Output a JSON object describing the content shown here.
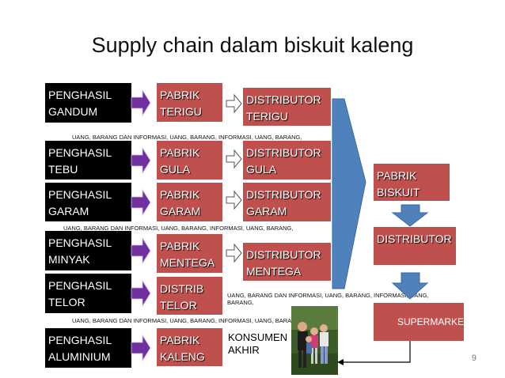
{
  "title": "Supply chain dalam biskuit kaleng",
  "rows": [
    {
      "producer": "PENGHASIL\nGANDUM",
      "factory": "PABRIK\nTERIGU",
      "distributor": "DISTRIBUTOR\nTERIGU"
    },
    {
      "producer": "PENGHASIL\nTEBU",
      "factory": "PABRIK\nGULA",
      "distributor": "DISTRIBUTOR\nGULA"
    },
    {
      "producer": "PENGHASIL\nGARAM",
      "factory": "PABRIK\nGARAM",
      "distributor": "DISTRIBUTOR\nGARAM"
    },
    {
      "producer": "PENGHASIL\nMINYAK",
      "factory": "PABRIK\nMENTEGA",
      "distributor": "DISTRIBUTOR\nMENTEGA"
    },
    {
      "producer": "PENGHASIL\nTELOR",
      "factory": "DISTRIB\nTELOR"
    },
    {
      "producer": "PENGHASIL\nALUMINIUM",
      "factory": "PABRIK\nKALENG"
    }
  ],
  "notes": {
    "row1": "UANG, BARANG DAN INFORMASI, UANG, BARANG, INFORMASI, UANG, BARANG, INFORMASI",
    "row3": "UANG, BARANG DAN INFORMASI, UANG, BARANG, INFORMASI, UANG, BARANG,",
    "telor": "UANG, BARANG DAN INFORMASI, UANG, BARANG, INFORMASI, UANG, BARANG,\nINFORMASI",
    "row5": "UANG, BARANG DAN INFORMASI, UANG, BARANG, INFORMASI, UANG, BARANG, INFORMASI"
  },
  "pabrik_biskuit": "PABRIK\n    BISKUIT",
  "distributor": "DISTRIBUTOR",
  "supermarket": "SUPERMARKET",
  "konsumen": "KONSUMEN\nAKHIR",
  "page_number": "9",
  "colors": {
    "producer": "#000000",
    "factory": "#c0504d",
    "arrow_purple": "#7030a0",
    "big_arrow_blue": "#4f81bd"
  }
}
